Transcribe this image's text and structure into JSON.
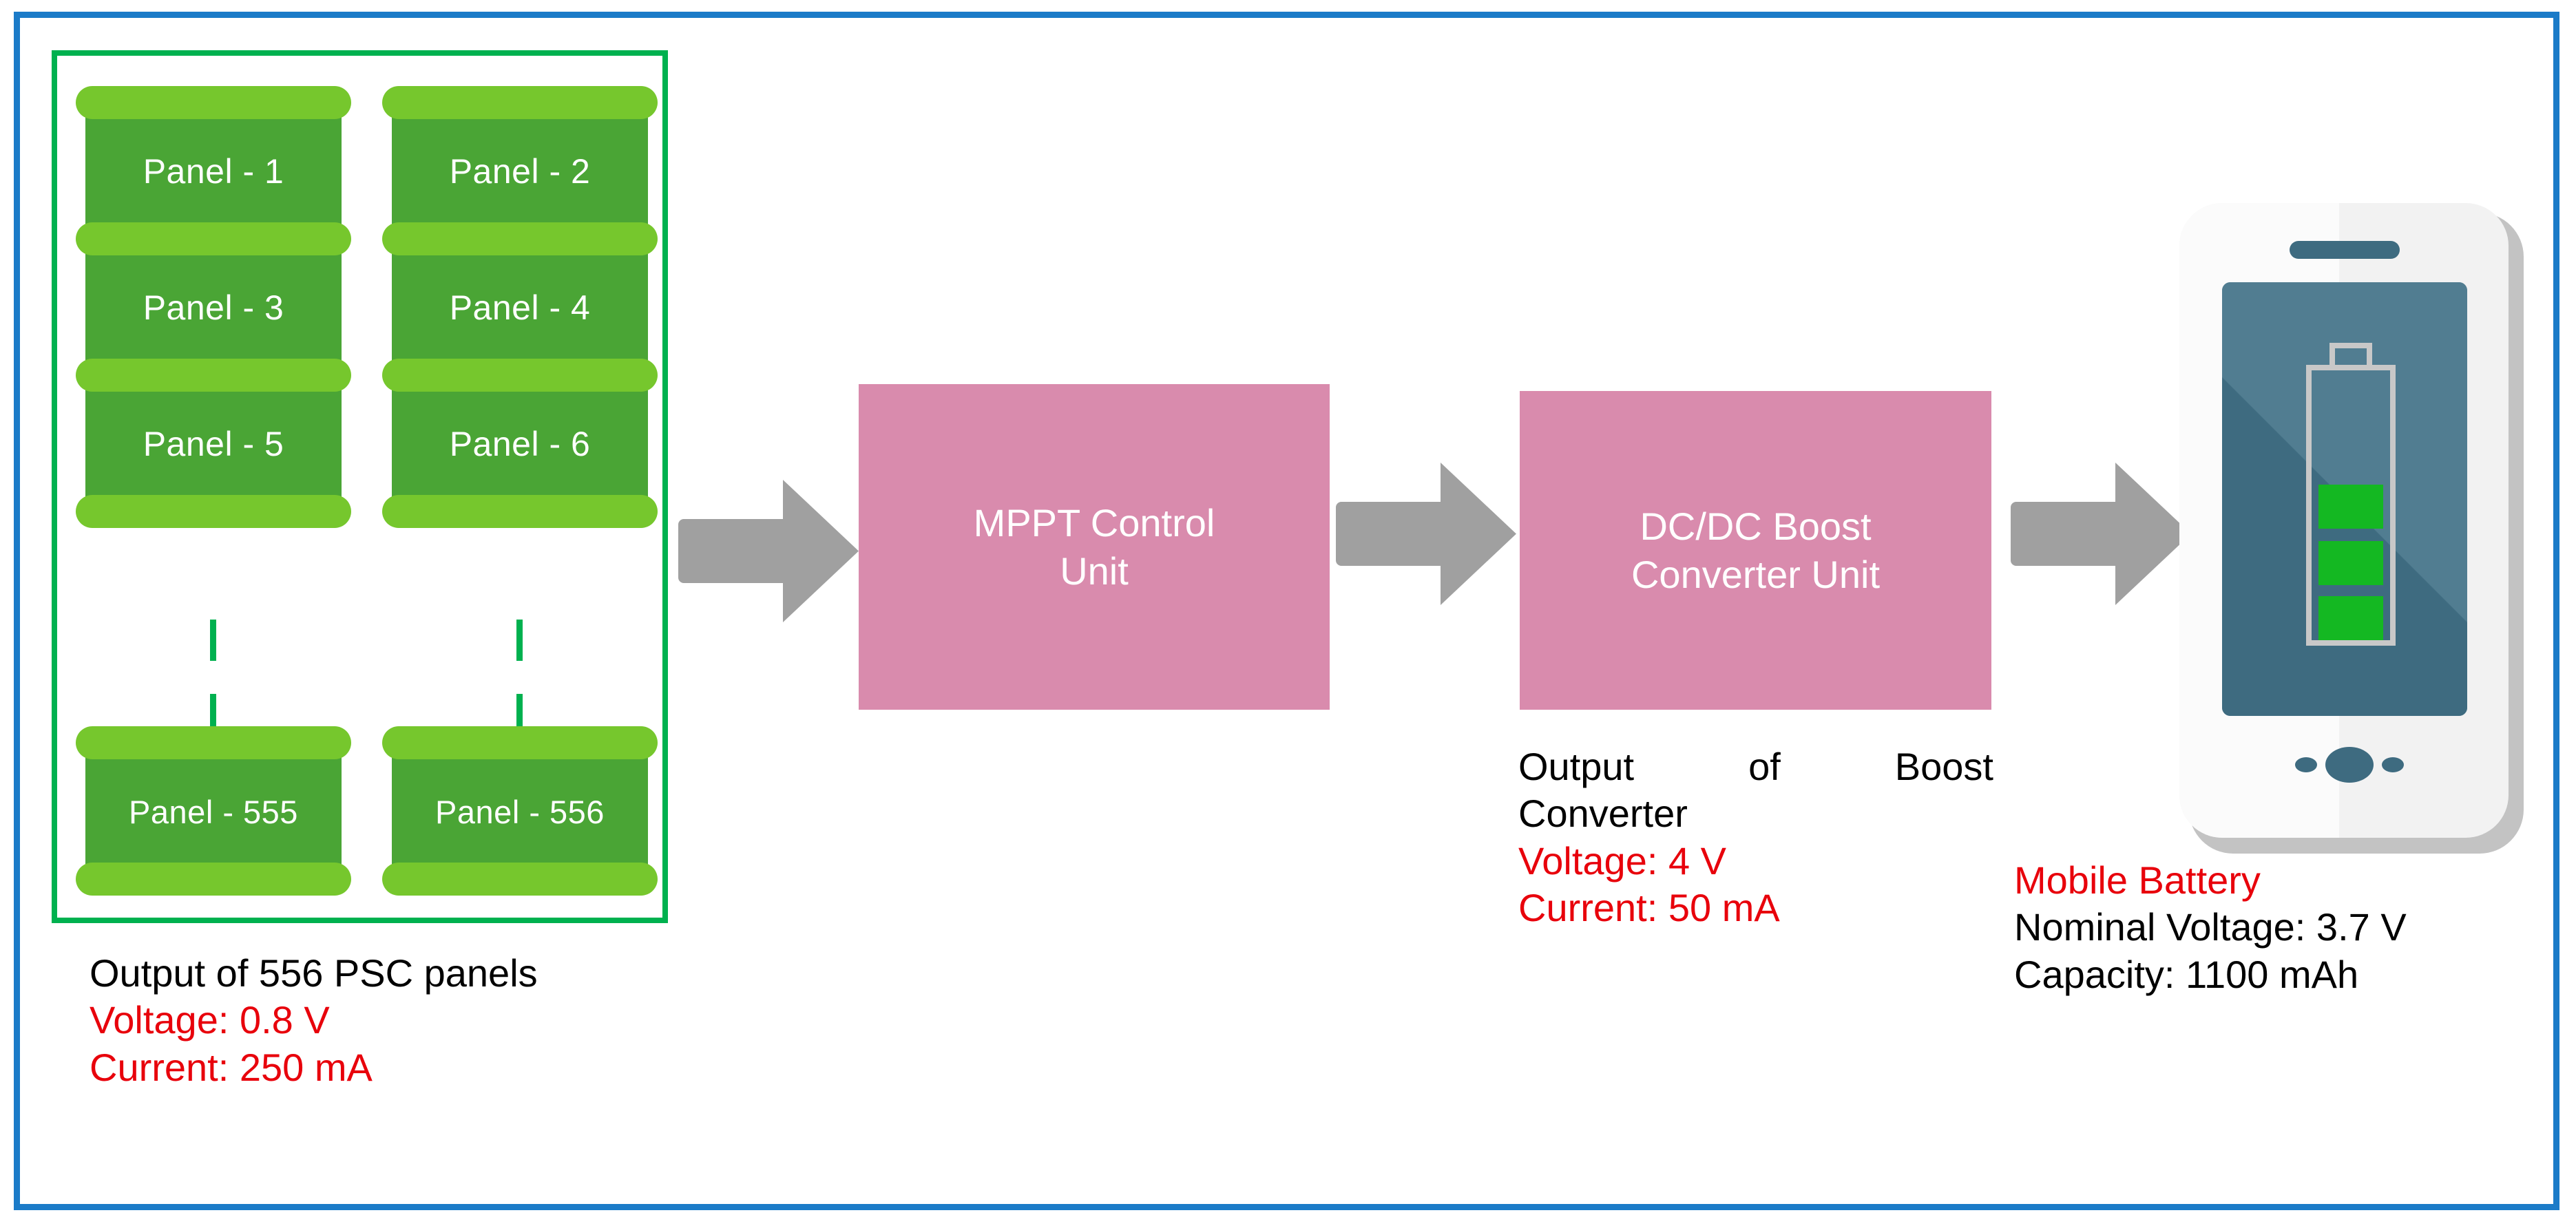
{
  "colors": {
    "outer_frame": "#1B7BC8",
    "panel_group_border": "#00B14F",
    "panel_cap": "#76C72D",
    "panel_body": "#4AA535",
    "process_box": "#D98BAD",
    "arrow": "#A0A0A0",
    "red_text": "#E8000B",
    "black_text": "#000000",
    "battery_fill": "#14B822",
    "phone_screen": "#517D91"
  },
  "panel_array": {
    "panels": [
      {
        "label": "Panel - 1"
      },
      {
        "label": "Panel - 2"
      },
      {
        "label": "Panel - 3"
      },
      {
        "label": "Panel - 4"
      },
      {
        "label": "Panel - 5"
      },
      {
        "label": "Panel - 6"
      },
      {
        "label": "Panel - 555"
      },
      {
        "label": "Panel - 556"
      }
    ],
    "continuation_icon": "vertical-dashed-line"
  },
  "blocks": {
    "mppt": {
      "line1": "MPPT Control",
      "line2": "Unit"
    },
    "boost": {
      "line1": "DC/DC Boost",
      "line2": "Converter Unit"
    }
  },
  "arrows": {
    "icon": "right-block-arrow-icon",
    "a1_name": "arrow-panels-to-mppt",
    "a2_name": "arrow-mppt-to-boost",
    "a3_name": "arrow-boost-to-battery"
  },
  "captions": {
    "panels": {
      "title": "Output of 556 PSC panels",
      "voltage": "Voltage: 0.8 V",
      "current": "Current: 250 mA"
    },
    "boost": {
      "title_line1": "Output of Boost",
      "title_line2": "Converter",
      "voltage": "Voltage: 4 V",
      "current": "Current: 50 mA"
    },
    "battery": {
      "title": "Mobile Battery",
      "nominal_voltage": "Nominal Voltage: 3.7 V",
      "capacity": "Capacity: 1100 mAh"
    }
  },
  "phone": {
    "icon": "smartphone-icon",
    "battery_icon": "battery-charging-icon",
    "battery_bars": 3
  }
}
